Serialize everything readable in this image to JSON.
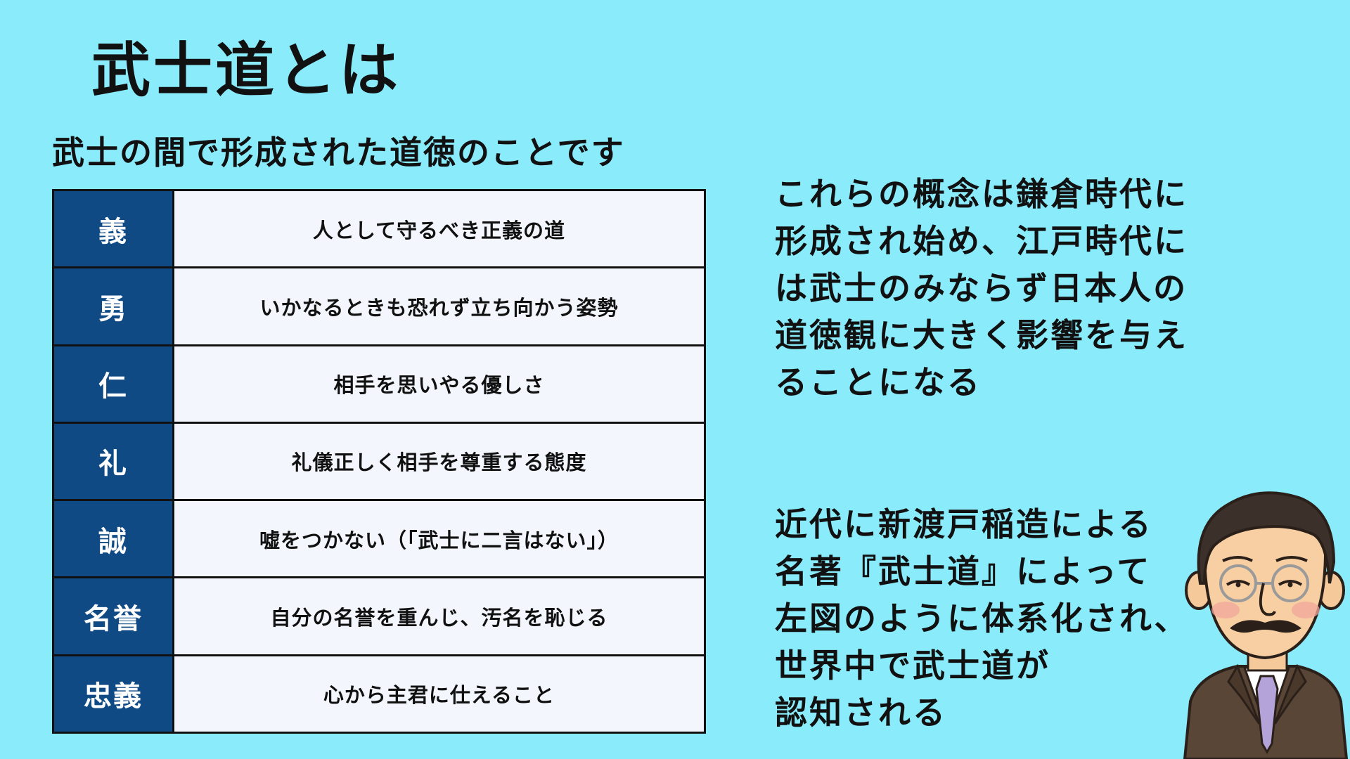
{
  "slide": {
    "title": "武士道とは",
    "subtitle": "武士の間で形成された道徳のことです"
  },
  "virtues": [
    {
      "term": "義",
      "desc": "人として守るべき正義の道"
    },
    {
      "term": "勇",
      "desc": "いかなるときも恐れず立ち向かう姿勢"
    },
    {
      "term": "仁",
      "desc": "相手を思いやる優しさ"
    },
    {
      "term": "礼",
      "desc": "礼儀正しく相手を尊重する態度"
    },
    {
      "term": "誠",
      "desc": "嘘をつかない（「武士に二言はない」）"
    },
    {
      "term": "名誉",
      "desc": "自分の名誉を重んじ、汚名を恥じる"
    },
    {
      "term": "忠義",
      "desc": "心から主君に仕えること"
    }
  ],
  "explanation": {
    "paragraph_1": [
      "これらの概念は鎌倉時代に",
      "形成され始め、江戸時代に",
      "は武士のみならず日本人の",
      "道徳観に大きく影響を与え",
      "ることになる"
    ],
    "paragraph_2": [
      "近代に新渡戸稲造による",
      "名著『武士道』によって",
      "左図のように体系化され、",
      "世界中で武士道が",
      "認知される"
    ]
  },
  "colors": {
    "background": "#8aebfb",
    "term_cell": "#0f4a85",
    "desc_cell": "#f3f7fd",
    "border": "#111111"
  },
  "icons": {
    "portrait": "nitobe-inazo-illustration"
  }
}
